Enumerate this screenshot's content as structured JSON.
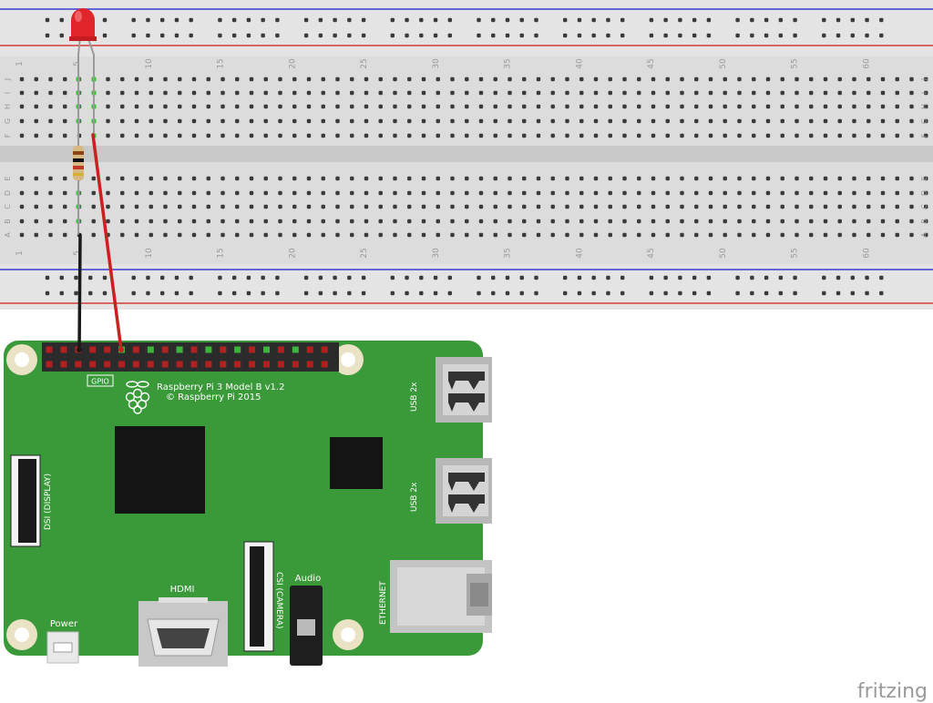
{
  "breadboard": {
    "column_numbers": [
      "1",
      "5",
      "10",
      "15",
      "20",
      "25",
      "30",
      "35",
      "40",
      "45",
      "50",
      "55",
      "60"
    ],
    "row_letters_top": [
      "J",
      "I",
      "H",
      "G",
      "F"
    ],
    "row_letters_bottom": [
      "E",
      "D",
      "C",
      "B",
      "A"
    ],
    "column_count": 64,
    "rail_color_blue": "#3b3bd6",
    "rail_color_red": "#d63b3b"
  },
  "components": {
    "led": {
      "color": "#e0262b",
      "name": "led"
    },
    "resistor": {
      "bands": [
        "#8b4513",
        "#111111",
        "#c0392b",
        "#d4af37"
      ]
    },
    "wire_black": {
      "color": "#1a1a1a"
    },
    "wire_red": {
      "color": "#cc1f1f"
    }
  },
  "pi": {
    "board_color": "#3a9a3a",
    "model_line1": "Raspberry Pi 3 Model B v1.2",
    "model_line2": "© Raspberry Pi 2015",
    "gpio_label": "GPIO",
    "usb1_label": "USB 2x",
    "usb2_label": "USB 2x",
    "ethernet_label": "ETHERNET",
    "hdmi_label": "HDMI",
    "audio_label": "Audio",
    "csi_label": "CSI (CAMERA)",
    "dsi_label": "DSI (DISPLAY)",
    "power_label": "Power"
  },
  "watermark": {
    "text": "fritzing"
  }
}
